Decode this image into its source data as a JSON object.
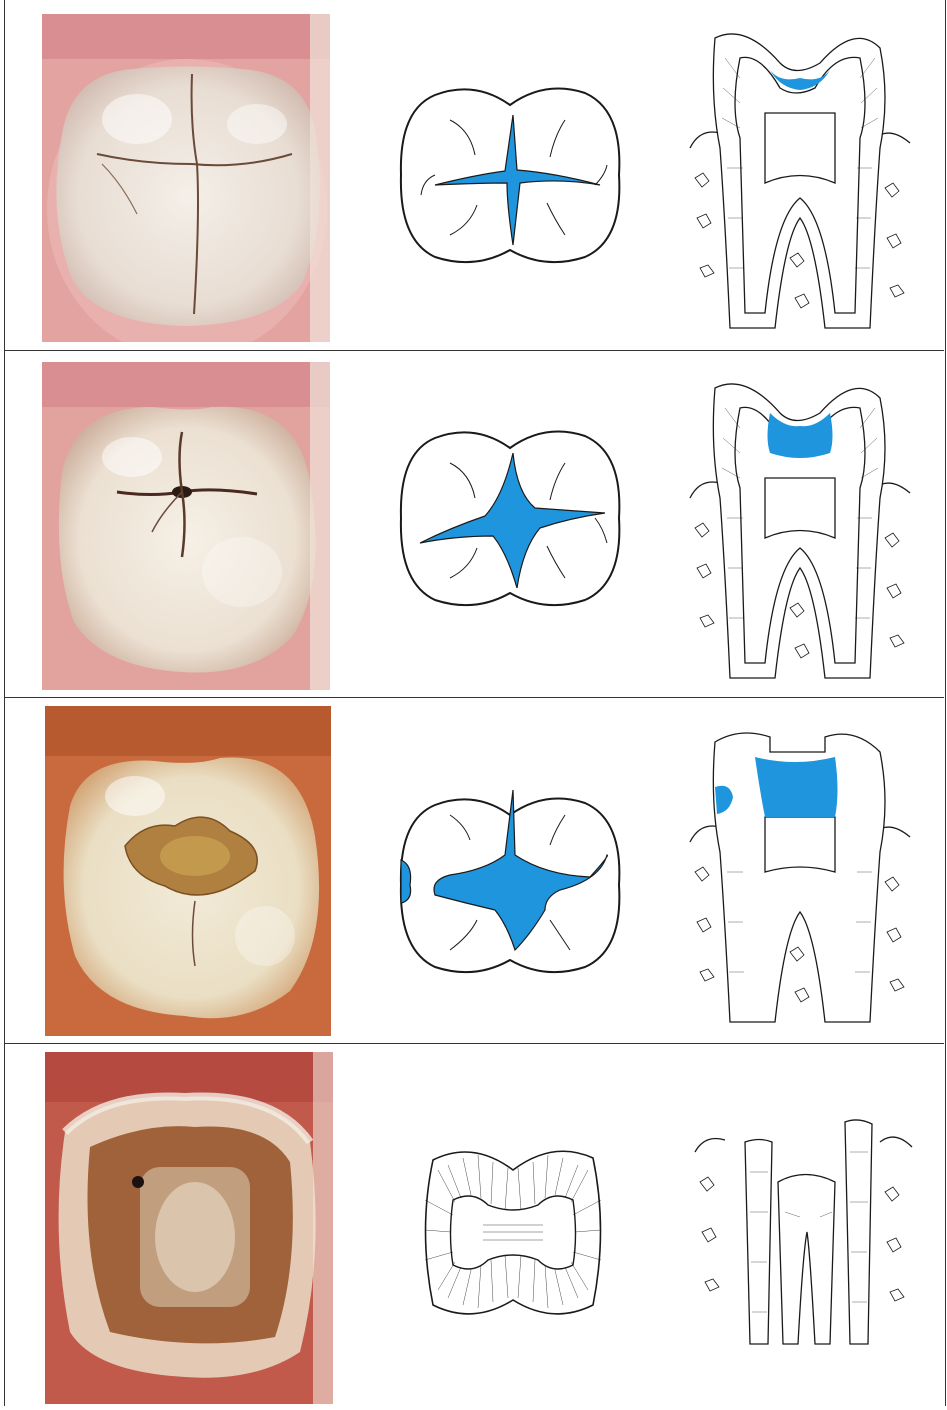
{
  "colors": {
    "caries_blue": "#1f95de",
    "outline": "#1a1a1a",
    "gum_pink": "#e6a6a4",
    "enamel": "#f3ede4",
    "background": "#ffffff"
  },
  "stages": [
    {
      "photo_icon": "molar-photo-fissure-stain",
      "occlusal_icon": "occlusal-diagram-icon",
      "section_icon": "cross-section-diagram-icon"
    },
    {
      "photo_icon": "molar-photo-fissure-caries",
      "occlusal_icon": "occlusal-diagram-icon",
      "section_icon": "cross-section-diagram-icon"
    },
    {
      "photo_icon": "molar-photo-open-cavity",
      "occlusal_icon": "occlusal-diagram-icon",
      "section_icon": "cross-section-diagram-icon"
    },
    {
      "photo_icon": "molar-photo-destroyed-crown",
      "occlusal_icon": "occlusal-ring-icon",
      "section_icon": "root-stumps-diagram-icon"
    }
  ]
}
